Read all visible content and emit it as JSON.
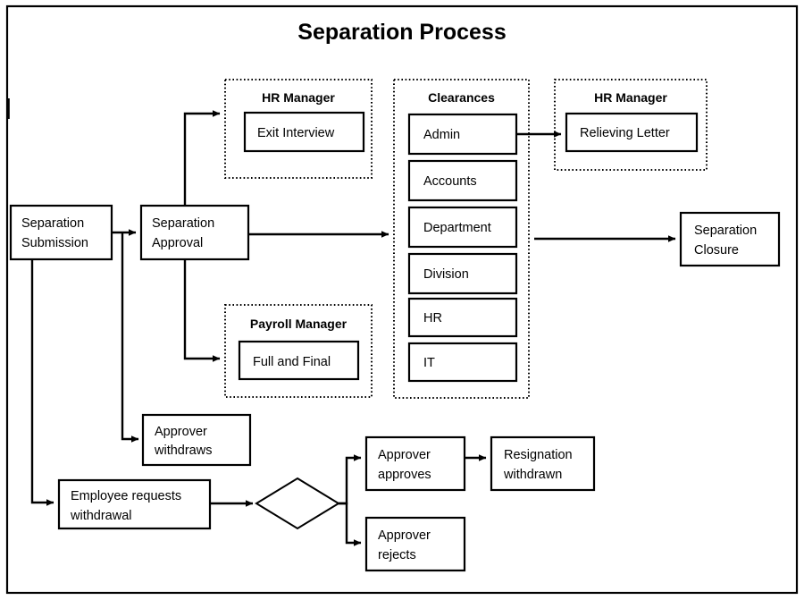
{
  "title": "Separation Process",
  "nodes": {
    "separation_submission": "Separation\nSubmission",
    "separation_submission_line1": "Separation",
    "separation_submission_line2": "Submission",
    "separation_approval_line1": "Separation",
    "separation_approval_line2": "Approval",
    "exit_interview": "Exit Interview",
    "full_and_final": "Full and Final",
    "relieving_letter": "Relieving Letter",
    "separation_closure_line1": "Separation",
    "separation_closure_line2": "Closure",
    "approver_withdraws_line1": "Approver",
    "approver_withdraws_line2": "withdraws",
    "employee_requests_withdrawal_line1": "Employee requests",
    "employee_requests_withdrawal_line2": "withdrawal",
    "approver_approves_line1": "Approver",
    "approver_approves_line2": "approves",
    "approver_rejects_line1": "Approver",
    "approver_rejects_line2": "rejects",
    "resignation_withdrawn_line1": "Resignation",
    "resignation_withdrawn_line2": "withdrawn"
  },
  "groups": {
    "hr_manager_exit": "HR Manager",
    "clearances": "Clearances",
    "hr_manager_relieving": "HR Manager",
    "payroll_manager": "Payroll Manager"
  },
  "clearance_items": [
    "Admin",
    "Accounts",
    "Department",
    "Division",
    "HR",
    "IT"
  ],
  "colors": {
    "stroke": "#000000",
    "fill": "#ffffff",
    "background": "#ffffff"
  }
}
